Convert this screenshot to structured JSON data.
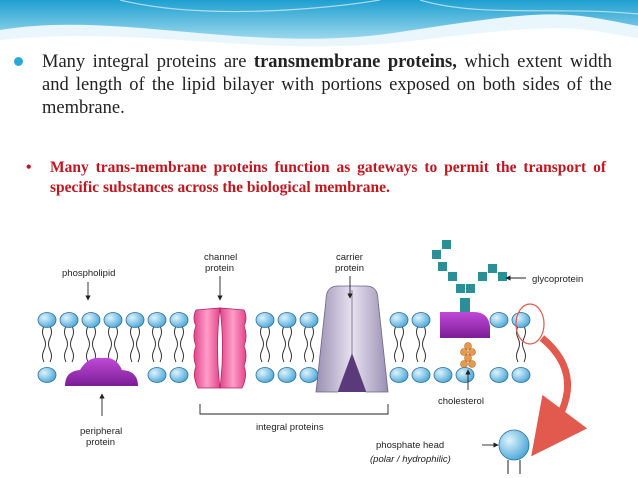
{
  "slide": {
    "bullet1": {
      "prefix": "Many integral proteins are ",
      "bold": "transmembrane proteins,",
      "suffix": " which extent width and length of  the lipid bilayer with portions exposed on both sides of the membrane."
    },
    "bullet2": {
      "marker": "•",
      "text": "Many trans-membrane proteins function as gateways to permit the transport of specific substances across the biological membrane."
    },
    "colors": {
      "accent_blue": "#2aa9d6",
      "highlight_red": "#c0161e"
    }
  },
  "diagram": {
    "labels": {
      "phospholipid": "phospholipid",
      "channel_1": "channel",
      "channel_2": "protein",
      "carrier_1": "carrier",
      "carrier_2": "protein",
      "glycoprotein": "glycoprotein",
      "cholesterol": "cholesterol",
      "integral_proteins": "integral proteins",
      "peripheral_1": "peripheral",
      "peripheral_2": "protein",
      "phosphate_head": "phosphate head",
      "polar_hydrophilic": "(polar / hydrophilic)"
    }
  }
}
